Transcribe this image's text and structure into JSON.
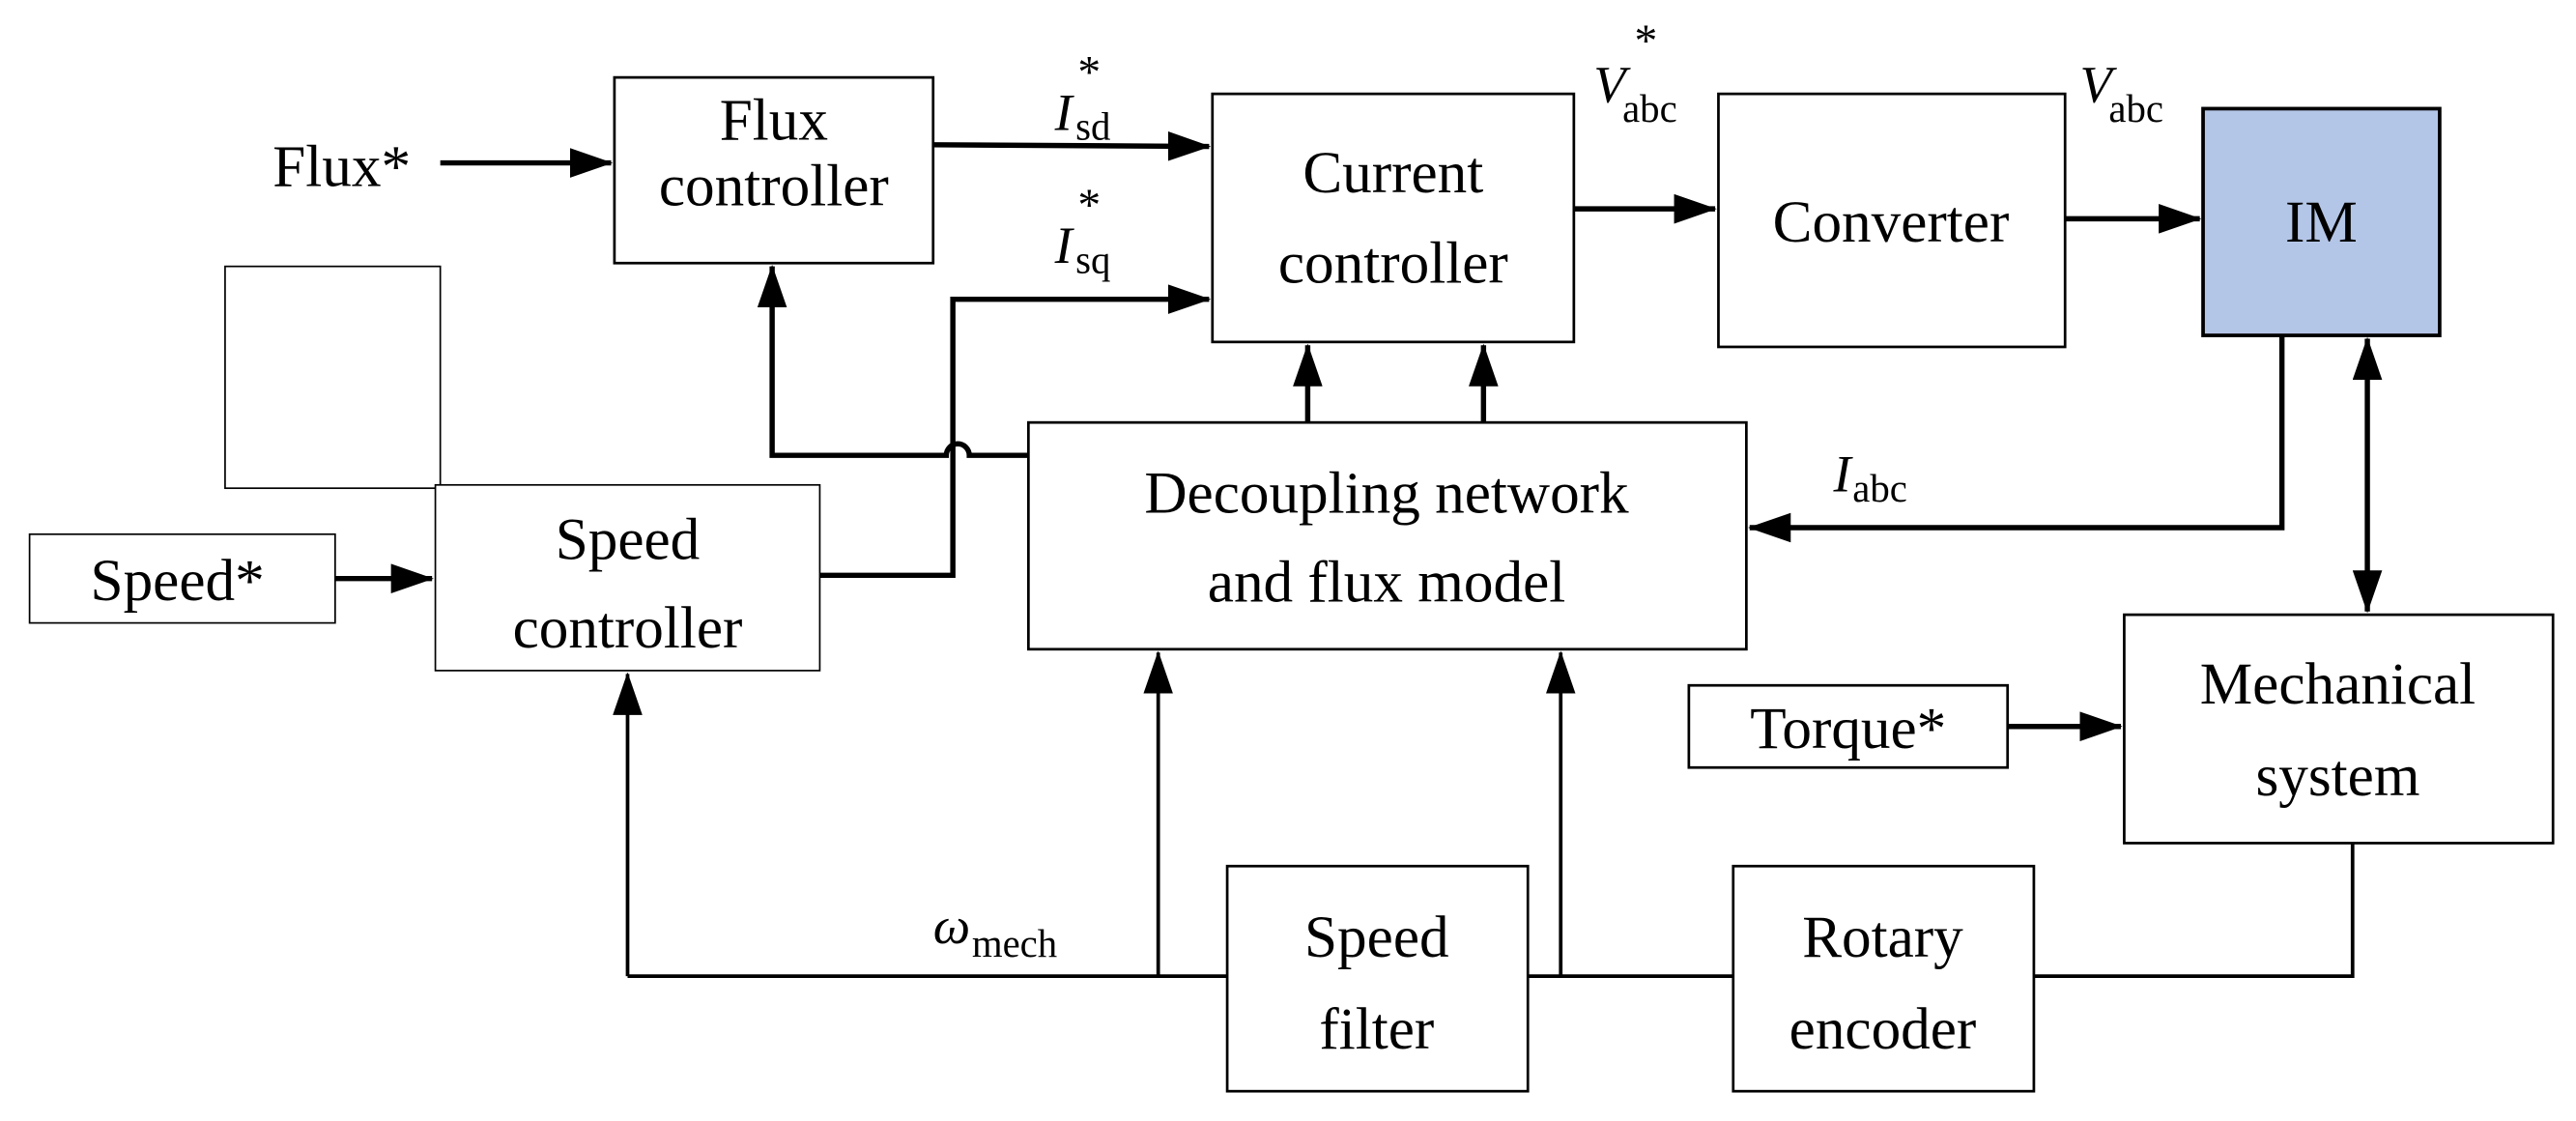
{
  "title": "Induction motor field-oriented control block diagram",
  "colors": {
    "im_fill": "#B4C6E7",
    "line": "#000000",
    "box_fill": "#FFFFFF"
  },
  "blocks": {
    "flux_ref": {
      "label": "Flux*"
    },
    "flux_controller": {
      "line1": "Flux",
      "line2": "controller"
    },
    "current_controller": {
      "line1": "Current",
      "line2": "controller"
    },
    "converter": {
      "label": "Converter"
    },
    "im": {
      "label": "IM"
    },
    "speed_ref": {
      "label": "Speed*"
    },
    "speed_controller": {
      "line1": "Speed",
      "line2": "controller"
    },
    "decoupling": {
      "line1": "Decoupling network",
      "line2": "and flux model"
    },
    "torque_ref": {
      "label": "Torque*"
    },
    "mechanical": {
      "line1": "Mechanical",
      "line2": "system"
    },
    "speed_filter": {
      "line1": "Speed",
      "line2": "filter"
    },
    "rotary_encoder": {
      "line1": "Rotary",
      "line2": "encoder"
    }
  },
  "signals": {
    "isd_ref": {
      "base": "I",
      "sub": "sd",
      "sup": "*"
    },
    "isq_ref": {
      "base": "I",
      "sub": "sq",
      "sup": "*"
    },
    "vabc_ref": {
      "base": "V",
      "sub": "abc",
      "sup": "*"
    },
    "vabc": {
      "base": "V",
      "sub": "abc"
    },
    "iabc": {
      "base": "I",
      "sub": "abc"
    },
    "omega_mech": {
      "base": "ω",
      "sub": "mech"
    }
  }
}
